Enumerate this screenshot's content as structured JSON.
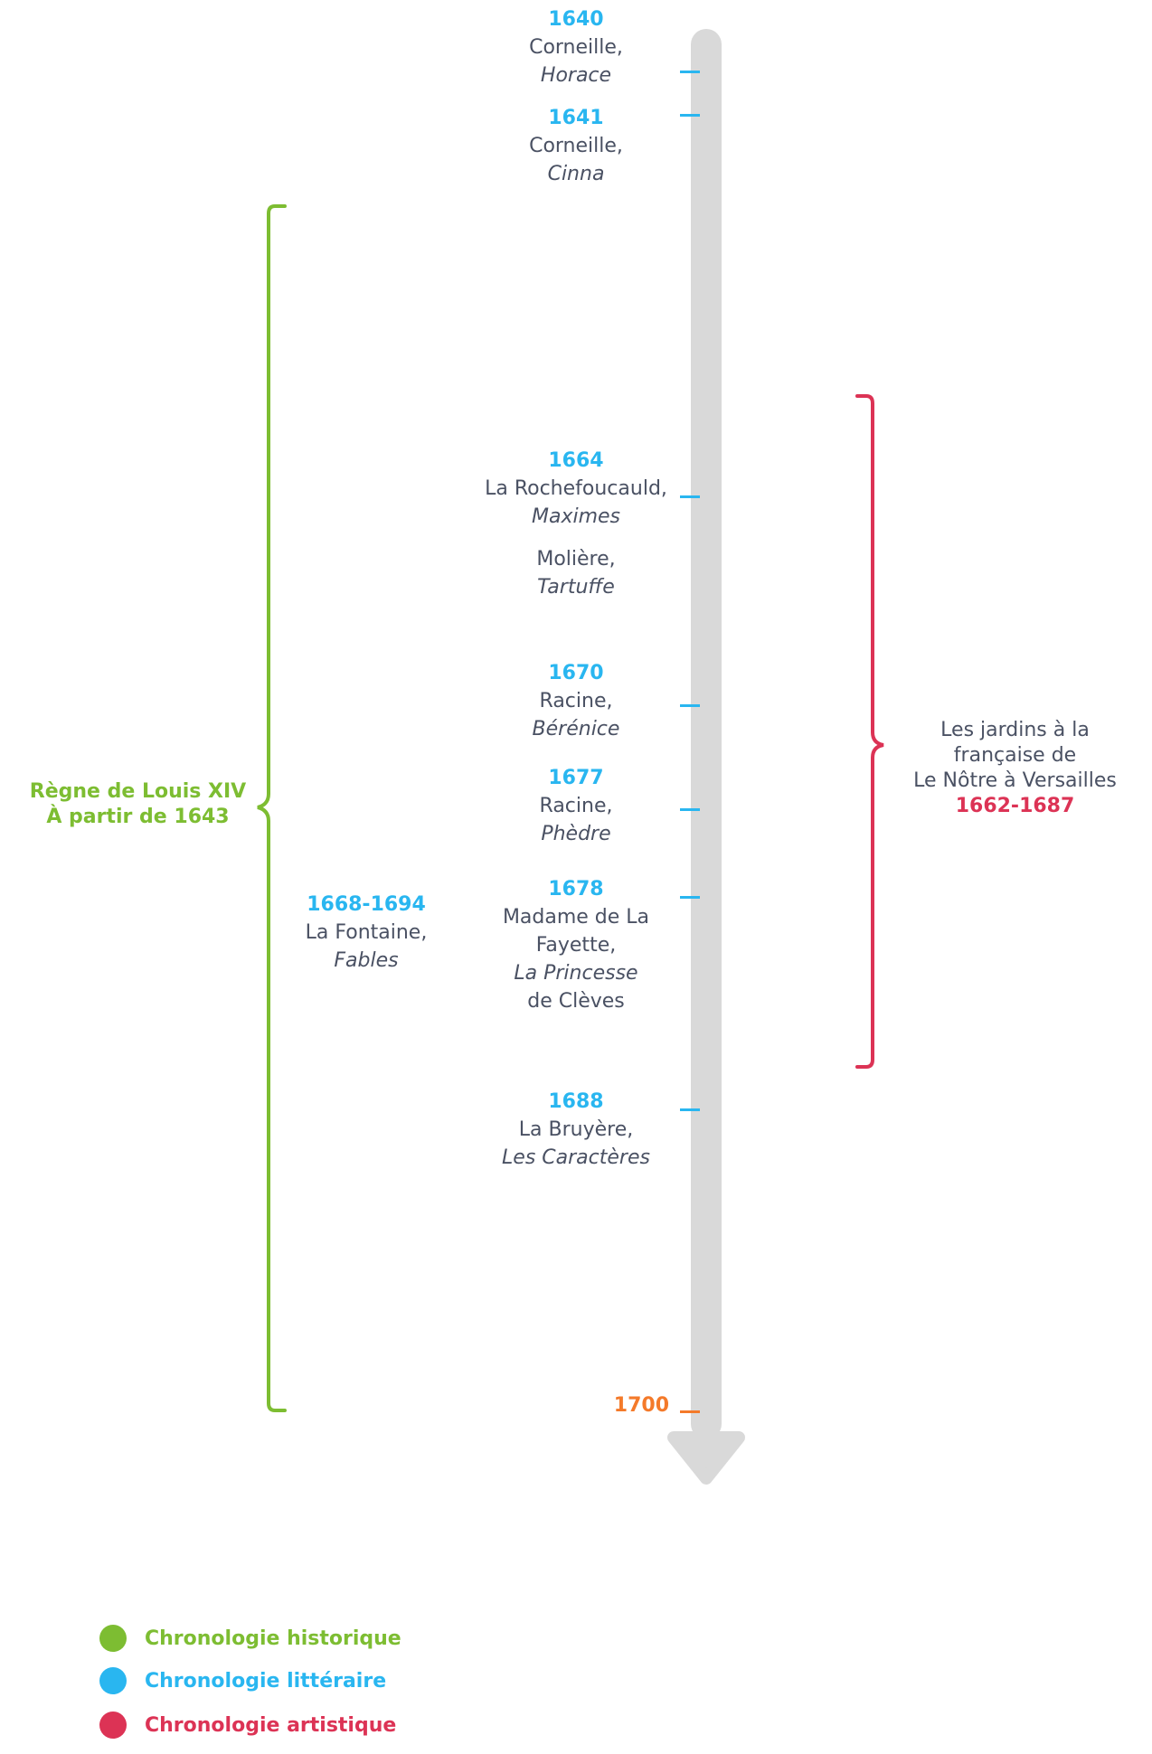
{
  "colors": {
    "historique": "#7dbd32",
    "litteraire": "#29b6f0",
    "artistique": "#dc3355",
    "end": "#f47a2a",
    "axis": "#d9d9d9",
    "text": "#4a5163"
  },
  "events": {
    "e1640": {
      "year": "1640",
      "author": "Corneille,",
      "title": "Horace"
    },
    "e1641": {
      "year": "1641",
      "author": "Corneille,",
      "title": "Cinna"
    },
    "e1664": {
      "year": "1664",
      "author": "La Rochefoucauld,",
      "title": "Maximes",
      "author2": "Molière,",
      "title2": "Tartuffe"
    },
    "e1670": {
      "year": "1670",
      "author": "Racine,",
      "title": "Bérénice"
    },
    "e1677": {
      "year": "1677",
      "author": "Racine,",
      "title": "Phèdre"
    },
    "e1678": {
      "year": "1678",
      "author_line1": "Madame de La",
      "author_line2": "Fayette,",
      "title_line1": "La Princesse",
      "title_line2": "de Clèves"
    },
    "e1688": {
      "year": "1688",
      "author": "La Bruyère,",
      "title": "Les Caractères"
    },
    "e1668": {
      "year": "1668-1694",
      "author": "La Fontaine,",
      "title": "Fables"
    }
  },
  "end_year": "1700",
  "reign": {
    "line1": "Règne de Louis XIV",
    "line2": "À partir de 1643"
  },
  "gardens": {
    "line1": "Les jardins à la",
    "line2": "française de",
    "line3": "Le Nôtre à Versailles",
    "years": "1662-1687"
  },
  "legend": [
    {
      "label": "Chronologie historique",
      "color": "#7dbd32"
    },
    {
      "label": "Chronologie littéraire",
      "color": "#29b6f0"
    },
    {
      "label": "Chronologie artistique",
      "color": "#dc3355"
    }
  ]
}
